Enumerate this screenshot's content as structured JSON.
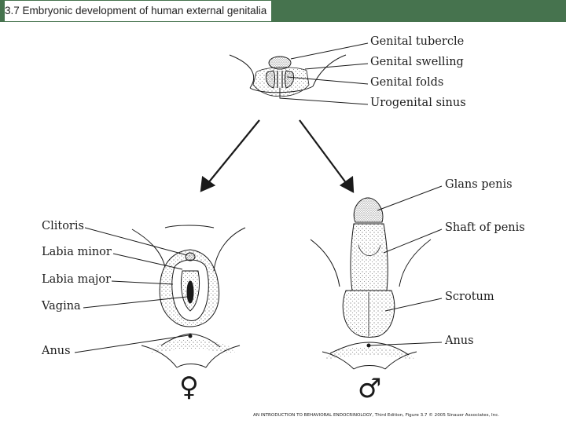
{
  "header": {
    "title": "3.7  Embryonic development of human external genitalia"
  },
  "indifferent_stage": {
    "labels": [
      "Genital tubercle",
      "Genital swelling",
      "Genital folds",
      "Urogenital sinus"
    ]
  },
  "female": {
    "labels": [
      "Clitoris",
      "Labia minor",
      "Labia major",
      "Vagina",
      "Anus"
    ],
    "symbol": "♀"
  },
  "male": {
    "labels": [
      "Glans penis",
      "Shaft of penis",
      "Scrotum",
      "Anus"
    ],
    "symbol": "♂"
  },
  "credit": "AN INTRODUCTION TO BEHAVIORAL ENDOCRINOLOGY, Third Edition, Figure 3.7  © 2005 Sinauer Associates, Inc.",
  "colors": {
    "title_bar": "#46734e",
    "ink": "#1a1a1a"
  }
}
